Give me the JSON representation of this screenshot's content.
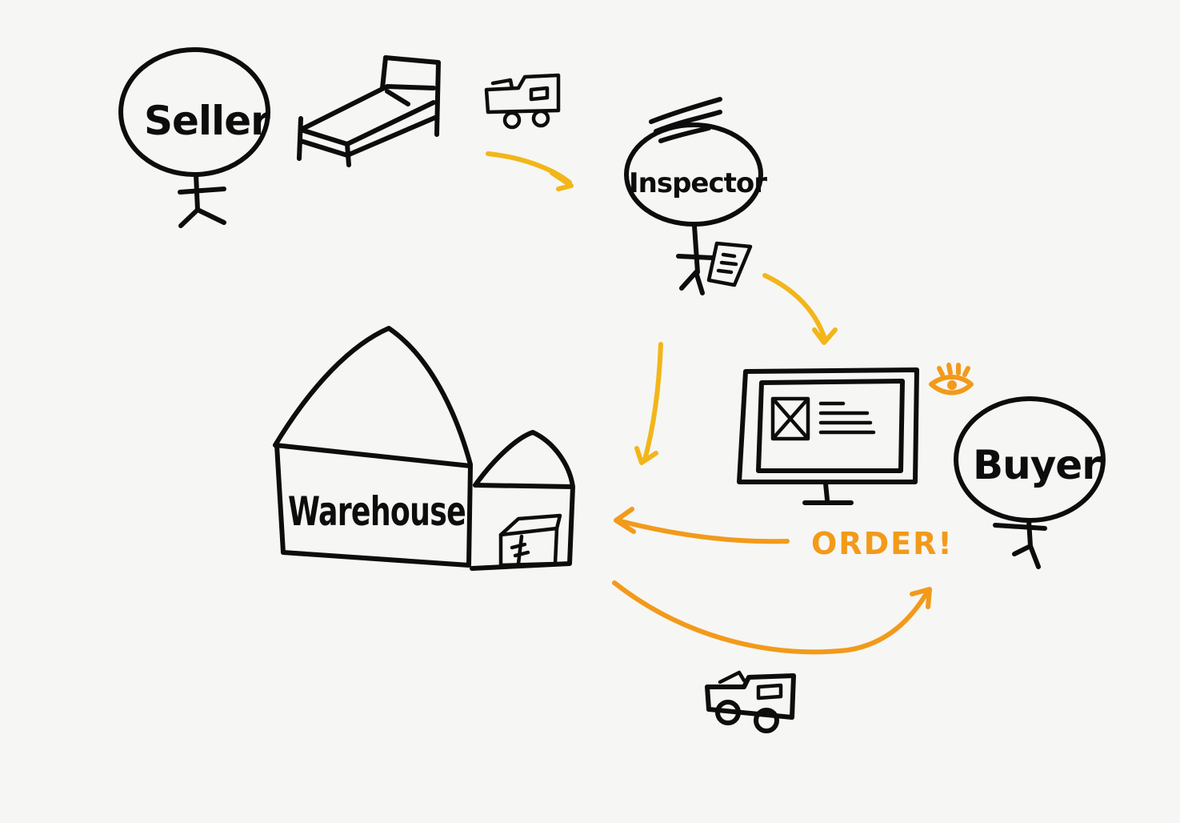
{
  "labels": {
    "seller": "Seller",
    "inspector": "Inspector",
    "warehouse": "Warehouse",
    "buyer": "Buyer",
    "order": "ORDER!"
  },
  "colors": {
    "ink": "#0d0d0d",
    "arrow_yellow": "#f2b619",
    "arrow_orange": "#f29a1a",
    "background": "#f6f6f4"
  },
  "icons": [
    "bed-icon",
    "truck-icon",
    "clipboard-icon",
    "monitor-icon",
    "eye-icon",
    "package-icon",
    "truck-icon"
  ]
}
